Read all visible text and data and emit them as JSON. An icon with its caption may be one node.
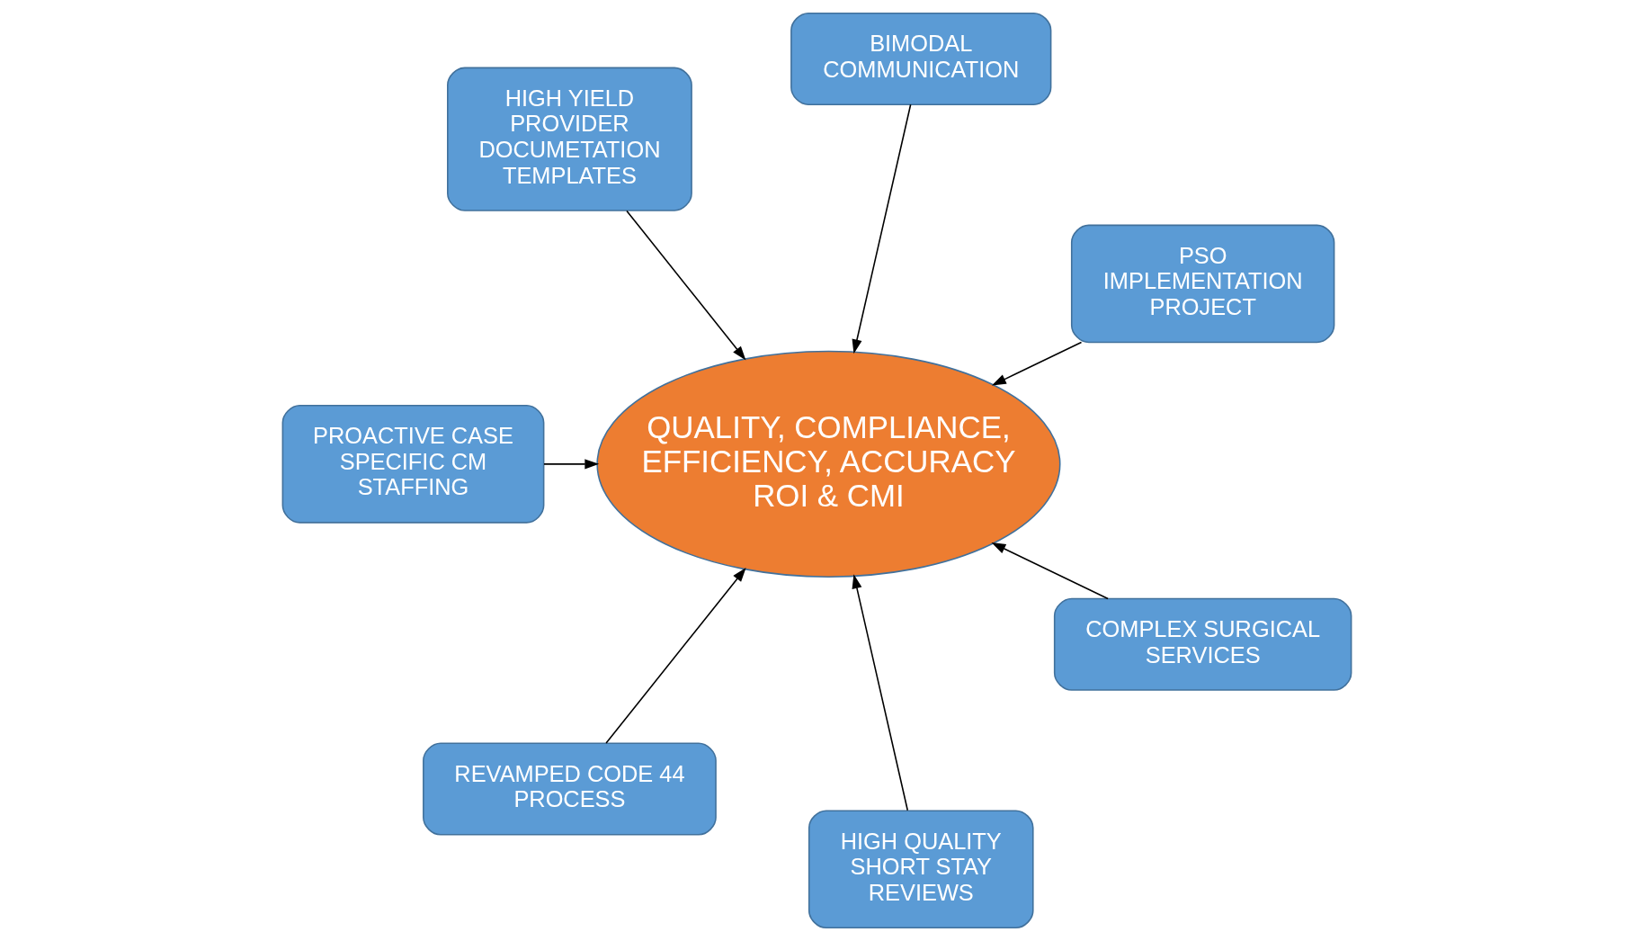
{
  "diagram": {
    "nodes": [
      {
        "text": [
          "PSO IMPLEMENTATION PROJECT"
        ]
      },
      {
        "text": [
          "BIMODAL COMMUNICATION"
        ]
      },
      {
        "text": [
          "HIGH YIELD PROVIDER DOCUMETATION TEMPLATES"
        ]
      },
      {
        "text": [
          "QUALITY, COMPLIANCE, EFFICIENCY, ACCURACY",
          "ROI & CMI"
        ]
      },
      {
        "text": [
          "PROACTIVE CASE SPECIFIC CM STAFFING"
        ]
      },
      {
        "text": [
          "REVAMPED CODE 44 PROCESS"
        ]
      },
      {
        "text": [
          "HIGH QUALITY SHORT STAY REVIEWS"
        ]
      },
      {
        "text": [
          "COMPLEX SURGICAL SERVICES"
        ]
      }
    ],
    "edges": [
      {
        "from": 0,
        "to": 3,
        "arrow": "to"
      },
      {
        "from": 1,
        "to": 3,
        "arrow": "to"
      },
      {
        "from": 2,
        "to": 3,
        "arrow": "to"
      },
      {
        "from": 4,
        "to": 3,
        "arrow": "to"
      },
      {
        "from": 5,
        "to": 3,
        "arrow": "to"
      },
      {
        "from": 6,
        "to": 3,
        "arrow": "to"
      },
      {
        "from": 7,
        "to": 3,
        "arrow": "to"
      }
    ]
  }
}
